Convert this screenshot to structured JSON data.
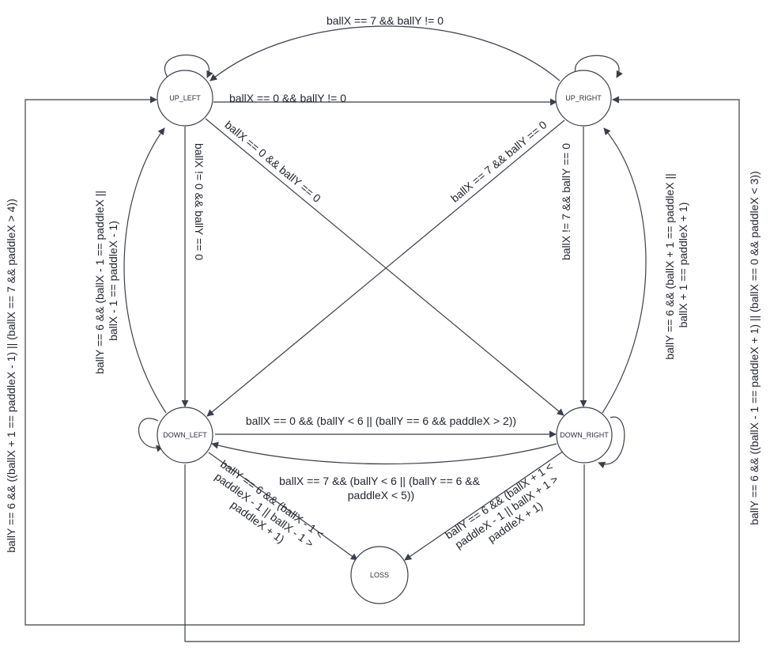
{
  "nodes": {
    "up_left": "UP_LEFT",
    "up_right": "UP_RIGHT",
    "down_left": "DOWN_LEFT",
    "down_right": "DOWN_RIGHT",
    "loss": "LOSS"
  },
  "edges": {
    "ur_to_ul": "ballX == 7 && ballY != 0",
    "ul_to_ur": "ballX == 0 && ballY != 0",
    "ul_to_dr": "ballX == 0 && ballY == 0",
    "ul_to_dl": "ballX != 0 && ballY == 0",
    "ur_to_dl": "ballX == 7 && ballY == 0",
    "ur_to_dr": "ballX != 7 && ballY == 0",
    "dl_to_ul": [
      "ballY == 6 && (ballX - 1 == paddleX ||",
      "ballX - 1 == paddleX - 1)"
    ],
    "dr_to_ur": [
      "ballY == 6 && (ballX + 1 == paddleX ||",
      "ballX + 1 == paddleX + 1)"
    ],
    "dl_to_dr": "ballX == 0 && (ballY < 6 || (ballY == 6 && paddleX > 2))",
    "dr_to_dl": [
      "ballX == 7 && (ballY < 6 || (ballY == 6 &&",
      "paddleX < 5))"
    ],
    "dl_to_loss": [
      "ballY == 6 && (ballX - 1 <",
      "paddleX - 1 || ballX - 1 >",
      "paddleX + 1)"
    ],
    "dr_to_loss": [
      "ballY == 6 && (ballX + 1 <",
      "paddleX - 1 || ballX + 1 >",
      "paddleX + 1)"
    ],
    "dr_to_ul_outer": "ballY == 6 && ((ballX + 1 == paddleX - 1) || (ballX == 7 && paddleX > 4))",
    "dl_to_ur_outer": "ballY == 6 && ((ballX - 1 == paddleX + 1) || (ballX == 0 && paddleX < 3))"
  }
}
